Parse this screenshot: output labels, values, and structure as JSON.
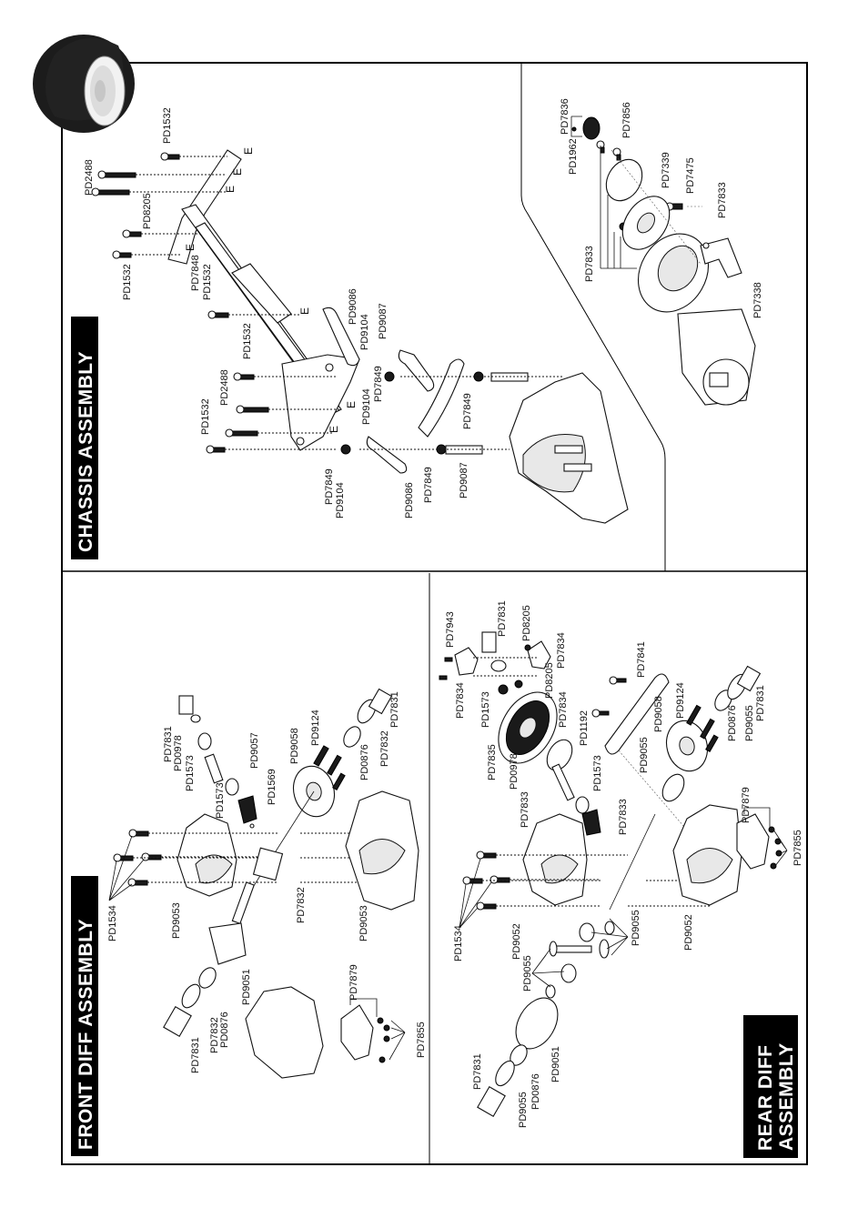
{
  "page": {
    "orientation": "rotated-90",
    "colors": {
      "ink": "#000000",
      "paper": "#ffffff",
      "title_bg": "#000000",
      "title_text": "#ffffff"
    }
  },
  "sections": {
    "chassis": {
      "title": "CHASSIS ASSEMBLY",
      "labels": {
        "pd1532_a": "PD1532",
        "pd2488_a": "PD2488",
        "pd8205_a": "PD8205",
        "pd1532_b": "PD1532",
        "pd7848": "PD7848",
        "pd1532_c": "PD1532",
        "pd1532_d": "PD1532",
        "pd2488_b": "PD2488",
        "pd1532_e": "PD1532",
        "pd9086_a": "PD9086",
        "pd9104_a": "PD9104",
        "pd9087_a": "PD9087",
        "pd7849_a": "PD7849",
        "pd9104_b": "PD9104",
        "pd7849_b": "PD7849",
        "pd9104_c": "PD9104",
        "pd9086_b": "PD9086",
        "pd7849_c": "PD7849",
        "pd9087_b": "PD9087",
        "pd7849_d": "PD7849"
      },
      "e_mark": "E"
    },
    "motor": {
      "labels": {
        "pd7836": "PD7836",
        "pd1962": "PD1962",
        "pd7856": "PD7856",
        "pd7339": "PD7339",
        "pd7475": "PD7475",
        "pd7833_a": "PD7833",
        "pd7833_b": "PD7833",
        "pd7338": "PD7338"
      }
    },
    "front_diff": {
      "title": "FRONT DIFF ASSEMBLY",
      "labels": {
        "pd7831_a": "PD7831",
        "pd0978": "PD0978",
        "pd1573_a": "PD1573",
        "pd9057": "PD9057",
        "pd1573_b": "PD1573",
        "pd1569": "PD1569",
        "pd9058": "PD9058",
        "pd9124": "PD9124",
        "pd0876_a": "PD0876",
        "pd7832_a": "PD7832",
        "pd7831_b": "PD7831",
        "pd1534": "PD1534",
        "pd9053_a": "PD9053",
        "pd7832_b": "PD7832",
        "pd9053_b": "PD9053",
        "pd9051": "PD9051",
        "pd0876_b": "PD0876",
        "pd7832_c": "PD7832",
        "pd7831_c": "PD7831",
        "pd7879": "PD7879",
        "pd7855": "PD7855"
      }
    },
    "rear_diff": {
      "title_line1": "REAR DIFF",
      "title_line2": "ASSEMBLY",
      "labels": {
        "pd7943": "PD7943",
        "pd7831_a": "PD7831",
        "pd8205_a": "PD8205",
        "pd7834_a": "PD7834",
        "pd7834_b": "PD7834",
        "pd1573_a": "PD1573",
        "pd8205_b": "PD8205",
        "pd7834_c": "PD7834",
        "pd7835": "PD7835",
        "pd0978": "PD0978",
        "pd7833_a": "PD7833",
        "pd1192": "PD1192",
        "pd7841": "PD7841",
        "pd1573_b": "PD1573",
        "pd7833_b": "PD7833",
        "pd9055_a": "PD9055",
        "pd9058": "PD9058",
        "pd9124": "PD9124",
        "pd0876_a": "PD0876",
        "pd9055_b": "PD9055",
        "pd7831_b": "PD7831",
        "pd7879": "PD7879",
        "pd7855": "PD7855",
        "pd1534": "PD1534",
        "pd9052_a": "PD9052",
        "pd9055_c": "PD9055",
        "pd9055_d": "PD9055",
        "pd9052_b": "PD9052",
        "pd7831_c": "PD7831",
        "pd9055_e": "PD9055",
        "pd0876_b": "PD0876",
        "pd9051": "PD9051"
      }
    }
  },
  "icons": {
    "corner": "wheel-tire-icon"
  }
}
